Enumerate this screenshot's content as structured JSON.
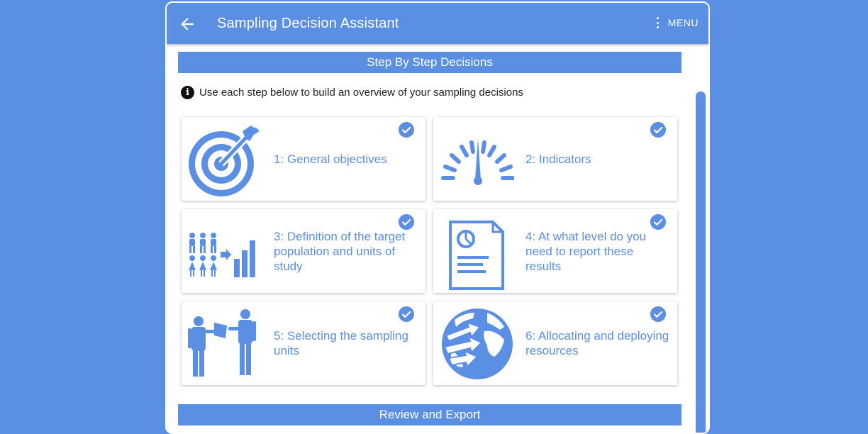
{
  "header": {
    "title": "Sampling Decision Assistant",
    "menu_label": "MENU"
  },
  "steps_section": {
    "title": "Step By Step Decisions",
    "info_text": "Use each step below to build an overview of your sampling decisions"
  },
  "steps": [
    {
      "label": "1: General objectives",
      "icon": "target-icon",
      "completed": true
    },
    {
      "label": "2: Indicators",
      "icon": "gauge-icon",
      "completed": true
    },
    {
      "label": "3: Definition of the target population and units of study",
      "icon": "population-chart-icon",
      "completed": true
    },
    {
      "label": "4: At what level do you need to report these results",
      "icon": "report-document-icon",
      "completed": true
    },
    {
      "label": "5: Selecting the sampling units",
      "icon": "people-exchange-icon",
      "completed": true
    },
    {
      "label": "6: Allocating and deploying resources",
      "icon": "globe-arrows-icon",
      "completed": true
    }
  ],
  "review_section": {
    "title": "Review and Export"
  },
  "colors": {
    "primary": "#5b8fe3",
    "surface": "#ffffff"
  }
}
